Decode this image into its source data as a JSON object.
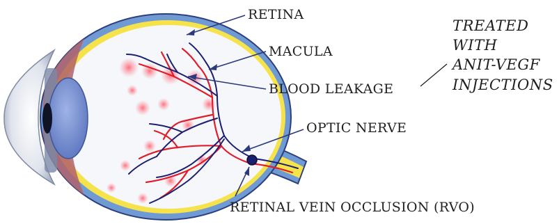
{
  "diagram": {
    "labels": {
      "retina": "RETINA",
      "macula": "MACULA",
      "blood_leakage": "BLOOD LEAKAGE",
      "optic_nerve": "OPTIC NERVE",
      "rvo": "RETINAL VEIN OCCLUSION (RVO)"
    },
    "note_lines": [
      "TREATED",
      "WITH",
      "ANIT-VEGF",
      "INJECTIONS"
    ]
  }
}
